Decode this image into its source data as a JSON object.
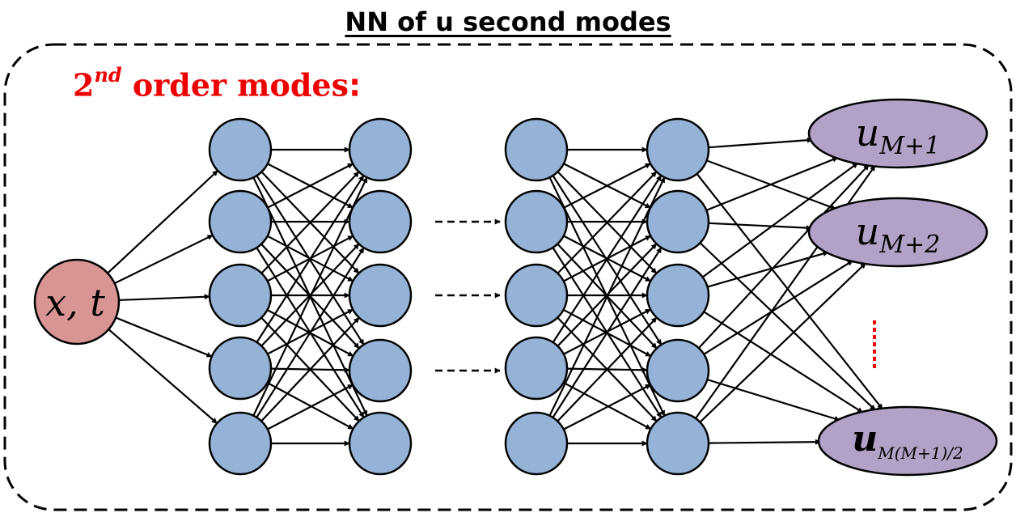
{
  "title": "NN of u second modes",
  "subtitle": {
    "number": "2",
    "suffix": "nd",
    "text": " order modes",
    "colon": ":"
  },
  "input_node": {
    "label": "x, t"
  },
  "hidden_layers": {
    "count": 4,
    "neurons_per_layer": 5
  },
  "output_nodes": [
    {
      "base": "u",
      "sub": "M+1"
    },
    {
      "base": "u",
      "sub": "M+2"
    },
    {
      "base": "u",
      "sub": "M(M+1)/2"
    }
  ],
  "colors": {
    "input_fill": "#d99594",
    "neuron_fill": "#95b3d7",
    "output_fill": "#b2a2c7",
    "ellipsis": "#ee0000",
    "stroke": "#000000"
  }
}
